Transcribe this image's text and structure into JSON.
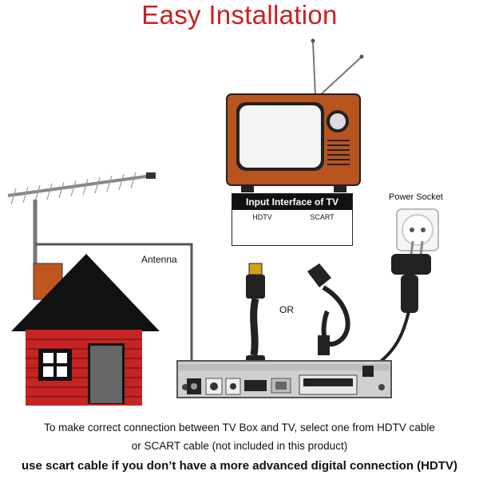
{
  "title": "Easy Installation",
  "labels": {
    "antenna": "Antenna",
    "or": "OR",
    "power_socket": "Power Socket"
  },
  "interface_box": {
    "heading": "Input Interface of TV",
    "ports": [
      "HDTV",
      "SCART"
    ]
  },
  "captions": [
    "To make correct connection between TV Box and TV, select one from HDTV cable",
    "or SCART cable (not included in this product)",
    "use scart cable if you don’t have a more advanced digital connection (HDTV)"
  ],
  "colors": {
    "title": "#cc1f1f",
    "tv_body": "#b8541e",
    "house_brick": "#c62424",
    "roof": "#111111",
    "cable": "#555555"
  }
}
